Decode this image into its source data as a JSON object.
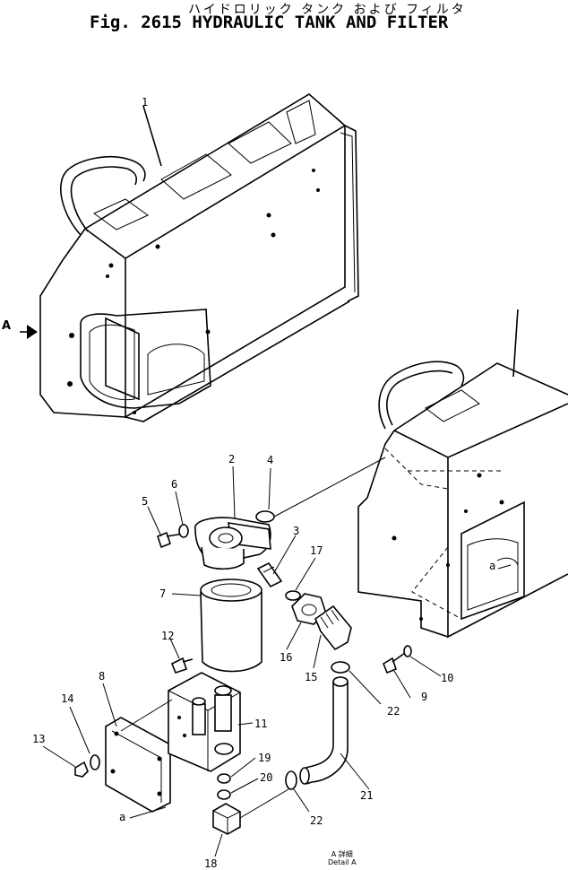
{
  "figure": {
    "title_jp": "ハイドロリック タンク および フィルタ",
    "title_en": "Fig. 2615 HYDRAULIC TANK AND FILTER"
  },
  "view_arrow": {
    "label": "A"
  },
  "detail": {
    "line1": "A 詳細",
    "line2": "Detail A"
  },
  "callouts": [
    {
      "id": "c1",
      "text": "1"
    },
    {
      "id": "c2",
      "text": "2"
    },
    {
      "id": "c3",
      "text": "3"
    },
    {
      "id": "c4",
      "text": "4"
    },
    {
      "id": "c5",
      "text": "5"
    },
    {
      "id": "c6",
      "text": "6"
    },
    {
      "id": "c7",
      "text": "7"
    },
    {
      "id": "c8",
      "text": "8"
    },
    {
      "id": "c9",
      "text": "9"
    },
    {
      "id": "c10",
      "text": "10"
    },
    {
      "id": "c11",
      "text": "11"
    },
    {
      "id": "c12",
      "text": "12"
    },
    {
      "id": "c13",
      "text": "13"
    },
    {
      "id": "c14",
      "text": "14"
    },
    {
      "id": "c15",
      "text": "15"
    },
    {
      "id": "c16",
      "text": "16"
    },
    {
      "id": "c17",
      "text": "17"
    },
    {
      "id": "c18",
      "text": "18"
    },
    {
      "id": "c19",
      "text": "19"
    },
    {
      "id": "c20",
      "text": "20"
    },
    {
      "id": "c21",
      "text": "21"
    },
    {
      "id": "c22a",
      "text": "22"
    },
    {
      "id": "c22b",
      "text": "22"
    },
    {
      "id": "ca1",
      "text": "a"
    },
    {
      "id": "ca2",
      "text": "a"
    }
  ]
}
